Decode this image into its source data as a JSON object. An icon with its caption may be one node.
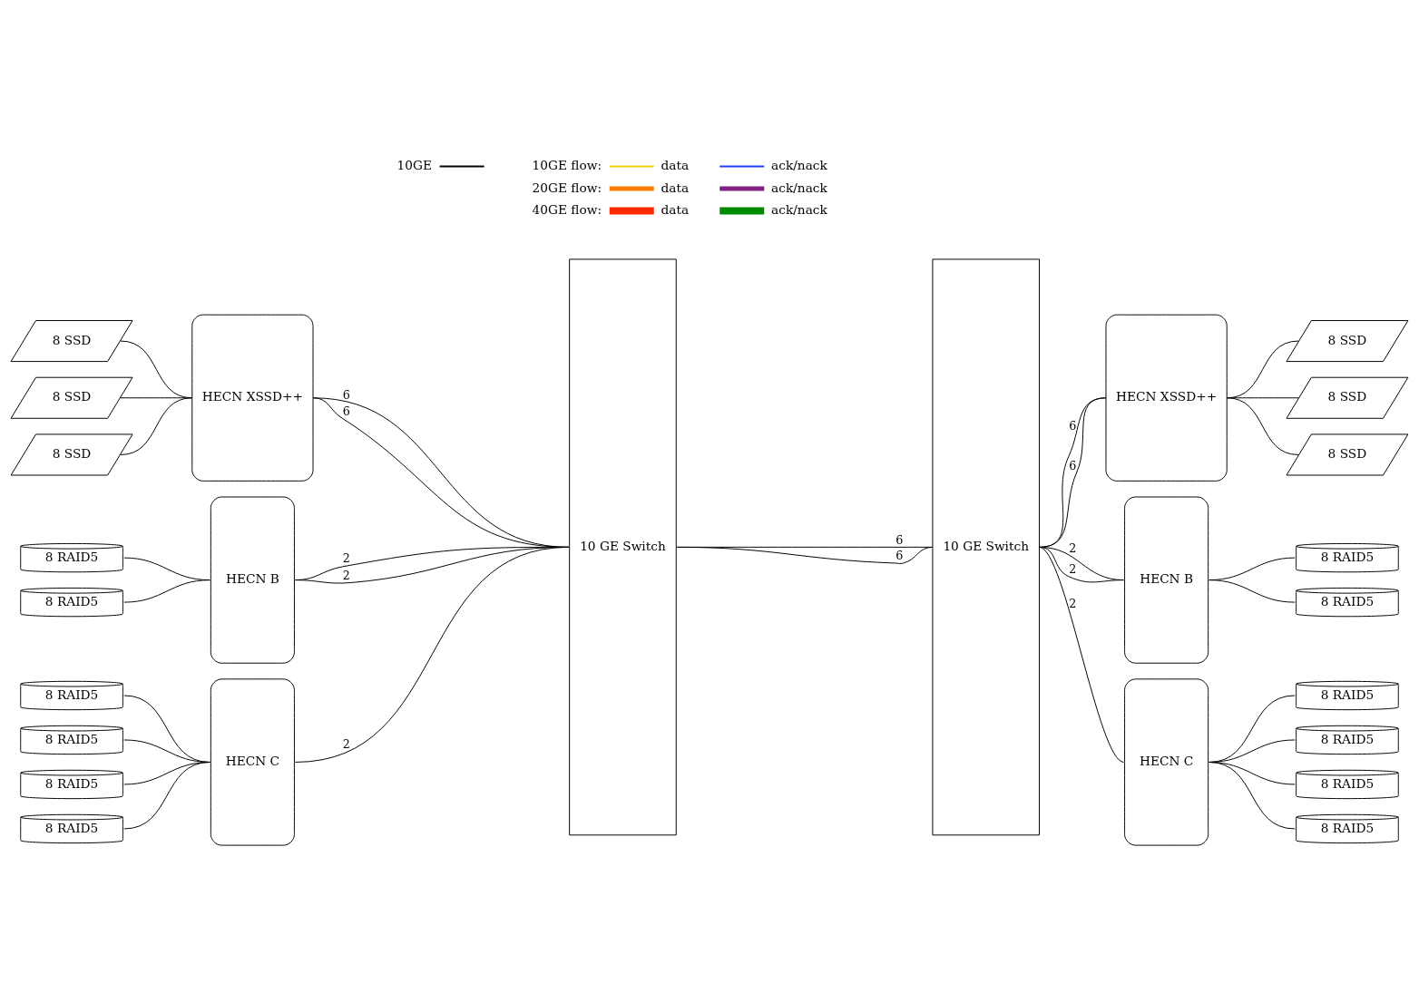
{
  "diagram": {
    "nodes": [
      {
        "text": [
          "HECN XSSD++"
        ]
      },
      {
        "text": [
          "HECN B"
        ]
      },
      {
        "text": [
          "HECN C"
        ]
      },
      {
        "text": [
          "10 GE Switch"
        ]
      },
      {
        "text": [
          "10 GE Switch"
        ]
      },
      {
        "text": [
          "HECN XSSD++"
        ]
      },
      {
        "text": [
          "HECN B"
        ]
      },
      {
        "text": [
          "HECN C"
        ]
      },
      {
        "text": [
          "8 SSD"
        ]
      },
      {
        "text": [
          "8 SSD"
        ]
      },
      {
        "text": [
          "8 SSD"
        ]
      },
      {
        "text": [
          "8 RAID5"
        ]
      },
      {
        "text": [
          "8 RAID5"
        ]
      },
      {
        "text": [
          "8 RAID5"
        ]
      },
      {
        "text": [
          "8 RAID5"
        ]
      },
      {
        "text": [
          "8 RAID5"
        ]
      },
      {
        "text": [
          "8 RAID5"
        ]
      },
      {
        "text": [
          "8 SSD"
        ]
      },
      {
        "text": [
          "8 SSD"
        ]
      },
      {
        "text": [
          "8 SSD"
        ]
      },
      {
        "text": [
          "8 RAID5"
        ]
      },
      {
        "text": [
          "8 RAID5"
        ]
      },
      {
        "text": [
          "8 RAID5"
        ]
      },
      {
        "text": [
          "8 RAID5"
        ]
      },
      {
        "text": [
          "8 RAID5"
        ]
      },
      {
        "text": [
          "8 RAID5"
        ]
      }
    ],
    "edges": [
      {
        "from": 8,
        "to": 0,
        "arrow": "none"
      },
      {
        "from": 9,
        "to": 0,
        "arrow": "none"
      },
      {
        "from": 10,
        "to": 0,
        "arrow": "none"
      },
      {
        "from": 11,
        "to": 1,
        "arrow": "none"
      },
      {
        "from": 12,
        "to": 1,
        "arrow": "none"
      },
      {
        "from": 13,
        "to": 2,
        "arrow": "none"
      },
      {
        "from": 14,
        "to": 2,
        "arrow": "none"
      },
      {
        "from": 15,
        "to": 2,
        "arrow": "none"
      },
      {
        "from": 16,
        "to": 2,
        "arrow": "none"
      },
      {
        "from": 0,
        "to": 3,
        "label": "6",
        "arrow": "none"
      },
      {
        "from": 0,
        "to": 3,
        "label": "6",
        "arrow": "none"
      },
      {
        "from": 1,
        "to": 3,
        "label": "2",
        "arrow": "none"
      },
      {
        "from": 1,
        "to": 3,
        "label": "2",
        "arrow": "none"
      },
      {
        "from": 2,
        "to": 3,
        "label": "2",
        "arrow": "none"
      },
      {
        "from": 3,
        "to": 4,
        "label": "6",
        "arrow": "none"
      },
      {
        "from": 3,
        "to": 4,
        "label": "6",
        "arrow": "none"
      },
      {
        "from": 4,
        "to": 5,
        "label": "6",
        "arrow": "none"
      },
      {
        "from": 4,
        "to": 5,
        "label": "6",
        "arrow": "none"
      },
      {
        "from": 4,
        "to": 6,
        "label": "2",
        "arrow": "none"
      },
      {
        "from": 4,
        "to": 6,
        "label": "2",
        "arrow": "none"
      },
      {
        "from": 4,
        "to": 7,
        "label": "2",
        "arrow": "none"
      },
      {
        "from": 5,
        "to": 17,
        "arrow": "none"
      },
      {
        "from": 5,
        "to": 18,
        "arrow": "none"
      },
      {
        "from": 5,
        "to": 19,
        "arrow": "none"
      },
      {
        "from": 6,
        "to": 20,
        "arrow": "none"
      },
      {
        "from": 6,
        "to": 21,
        "arrow": "none"
      },
      {
        "from": 7,
        "to": 22,
        "arrow": "none"
      },
      {
        "from": 7,
        "to": 23,
        "arrow": "none"
      },
      {
        "from": 7,
        "to": 24,
        "arrow": "none"
      },
      {
        "from": 7,
        "to": 25,
        "arrow": "none"
      }
    ],
    "labels": [
      "10GE flow:",
      "20GE flow:",
      "40GE flow:"
    ],
    "legend": [
      {
        "text": "10GE"
      },
      {
        "text": "data",
        "color": "#f0d000"
      },
      {
        "text": "ack/nack",
        "color": "#1f3fff"
      },
      {
        "text": "data",
        "color": "#ff7f00"
      },
      {
        "text": "ack/nack",
        "color": "#7f1f7f"
      },
      {
        "text": "data",
        "color": "#ff2a00"
      },
      {
        "text": "ack/nack",
        "color": "#008a00"
      }
    ]
  }
}
